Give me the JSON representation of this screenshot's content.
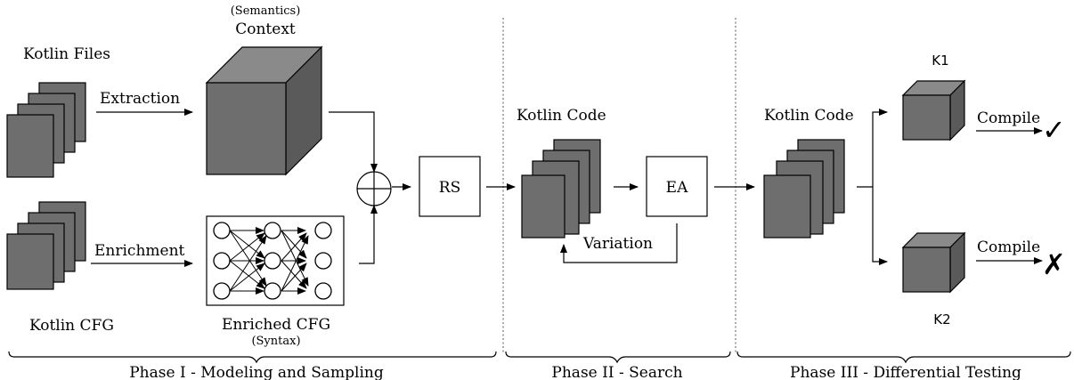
{
  "phase1": {
    "kotlin_files": "Kotlin Files",
    "kotlin_cfg": "Kotlin CFG",
    "extraction": "Extraction",
    "enrichment": "Enrichment",
    "context_top": "(Semantics)",
    "context": "Context",
    "enriched_cfg": "Enriched CFG",
    "syntax": "(Syntax)",
    "rs": "RS",
    "brace_label": "Phase I - Modeling and Sampling"
  },
  "phase2": {
    "kotlin_code": "Kotlin Code",
    "ea": "EA",
    "variation": "Variation",
    "brace_label": "Phase II - Search"
  },
  "phase3": {
    "kotlin_code": "Kotlin Code",
    "k1": "K1",
    "k2": "K2",
    "compile1": "Compile",
    "compile2": "Compile",
    "check": "✓",
    "cross": "✗",
    "brace_label": "Phase III - Differential Testing"
  },
  "colors": {
    "document_fill": "#6e6e6e",
    "cube_front": "#6e6e6e",
    "cube_top": "#8a8a8a",
    "cube_side": "#5a5a5a"
  }
}
